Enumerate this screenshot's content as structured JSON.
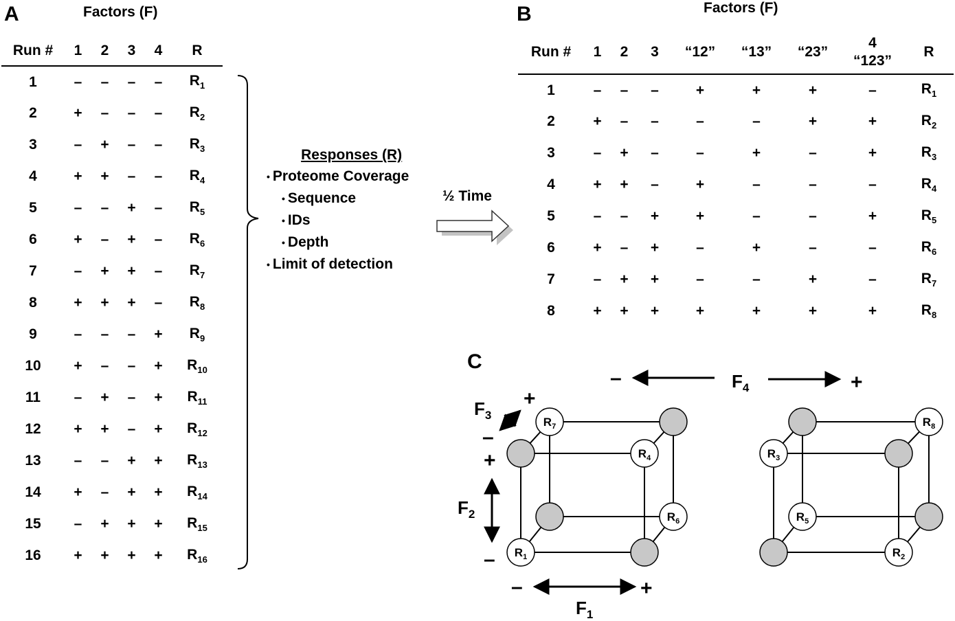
{
  "panel_a": {
    "letter": "A",
    "factors_title": "Factors (F)",
    "headers": [
      "Run #",
      "1",
      "2",
      "3",
      "4",
      "R"
    ],
    "rows": [
      {
        "run": "1",
        "f": [
          "–",
          "–",
          "–",
          "–"
        ],
        "r": "1"
      },
      {
        "run": "2",
        "f": [
          "+",
          "–",
          "–",
          "–"
        ],
        "r": "2"
      },
      {
        "run": "3",
        "f": [
          "–",
          "+",
          "–",
          "–"
        ],
        "r": "3"
      },
      {
        "run": "4",
        "f": [
          "+",
          "+",
          "–",
          "–"
        ],
        "r": "4"
      },
      {
        "run": "5",
        "f": [
          "–",
          "–",
          "+",
          "–"
        ],
        "r": "5"
      },
      {
        "run": "6",
        "f": [
          "+",
          "–",
          "+",
          "–"
        ],
        "r": "6"
      },
      {
        "run": "7",
        "f": [
          "–",
          "+",
          "+",
          "–"
        ],
        "r": "7"
      },
      {
        "run": "8",
        "f": [
          "+",
          "+",
          "+",
          "–"
        ],
        "r": "8"
      },
      {
        "run": "9",
        "f": [
          "–",
          "–",
          "–",
          "+"
        ],
        "r": "9"
      },
      {
        "run": "10",
        "f": [
          "+",
          "–",
          "–",
          "+"
        ],
        "r": "10"
      },
      {
        "run": "11",
        "f": [
          "–",
          "+",
          "–",
          "+"
        ],
        "r": "11"
      },
      {
        "run": "12",
        "f": [
          "+",
          "+",
          "–",
          "+"
        ],
        "r": "12"
      },
      {
        "run": "13",
        "f": [
          "–",
          "–",
          "+",
          "+"
        ],
        "r": "13"
      },
      {
        "run": "14",
        "f": [
          "+",
          "–",
          "+",
          "+"
        ],
        "r": "14"
      },
      {
        "run": "15",
        "f": [
          "–",
          "+",
          "+",
          "+"
        ],
        "r": "15"
      },
      {
        "run": "16",
        "f": [
          "+",
          "+",
          "+",
          "+"
        ],
        "r": "16"
      }
    ]
  },
  "responses": {
    "title": "Responses (R)",
    "items": [
      {
        "text": "Proteome Coverage",
        "level": 1
      },
      {
        "text": "Sequence",
        "level": 2
      },
      {
        "text": "IDs",
        "level": 2
      },
      {
        "text": "Depth",
        "level": 2
      },
      {
        "text": "Limit of detection",
        "level": 1
      }
    ]
  },
  "half_time_label": "½ Time",
  "panel_b": {
    "letter": "B",
    "factors_title": "Factors (F)",
    "headers": [
      "Run #",
      "1",
      "2",
      "3",
      "“12”",
      "“13”",
      "“23”",
      "4",
      "R"
    ],
    "header_4_sub": "“123”",
    "rows": [
      {
        "run": "1",
        "f": [
          "–",
          "–",
          "–",
          "+",
          "+",
          "+",
          "–"
        ],
        "r": "1"
      },
      {
        "run": "2",
        "f": [
          "+",
          "–",
          "–",
          "–",
          "–",
          "+",
          "+"
        ],
        "r": "2"
      },
      {
        "run": "3",
        "f": [
          "–",
          "+",
          "–",
          "–",
          "+",
          "–",
          "+"
        ],
        "r": "3"
      },
      {
        "run": "4",
        "f": [
          "+",
          "+",
          "–",
          "+",
          "–",
          "–",
          "–"
        ],
        "r": "4"
      },
      {
        "run": "5",
        "f": [
          "–",
          "–",
          "+",
          "+",
          "–",
          "–",
          "+"
        ],
        "r": "5"
      },
      {
        "run": "6",
        "f": [
          "+",
          "–",
          "+",
          "–",
          "+",
          "–",
          "–"
        ],
        "r": "6"
      },
      {
        "run": "7",
        "f": [
          "–",
          "+",
          "+",
          "–",
          "–",
          "+",
          "–"
        ],
        "r": "7"
      },
      {
        "run": "8",
        "f": [
          "+",
          "+",
          "+",
          "+",
          "+",
          "+",
          "+"
        ],
        "r": "8"
      }
    ]
  },
  "panel_c": {
    "letter": "C",
    "f4": {
      "name": "F",
      "sub": "4",
      "minus": "–",
      "plus": "+"
    },
    "f3": {
      "name": "F",
      "sub": "3",
      "minus": "–",
      "plus": "+"
    },
    "f2": {
      "name": "F",
      "sub": "2",
      "minus": "–",
      "plus": "+"
    },
    "f1": {
      "name": "F",
      "sub": "1",
      "minus": "–",
      "plus": "+"
    },
    "left_cube_labels": {
      "bfl": "1",
      "tbl": "7",
      "tfr": "4",
      "bbr": "6"
    },
    "right_cube_labels": {
      "tbr": "8",
      "tfl": "3",
      "bbl": "5",
      "bfr": "2"
    },
    "colors": {
      "filled": "#c8c8c8",
      "open": "#ffffff",
      "stroke": "#000000"
    }
  }
}
